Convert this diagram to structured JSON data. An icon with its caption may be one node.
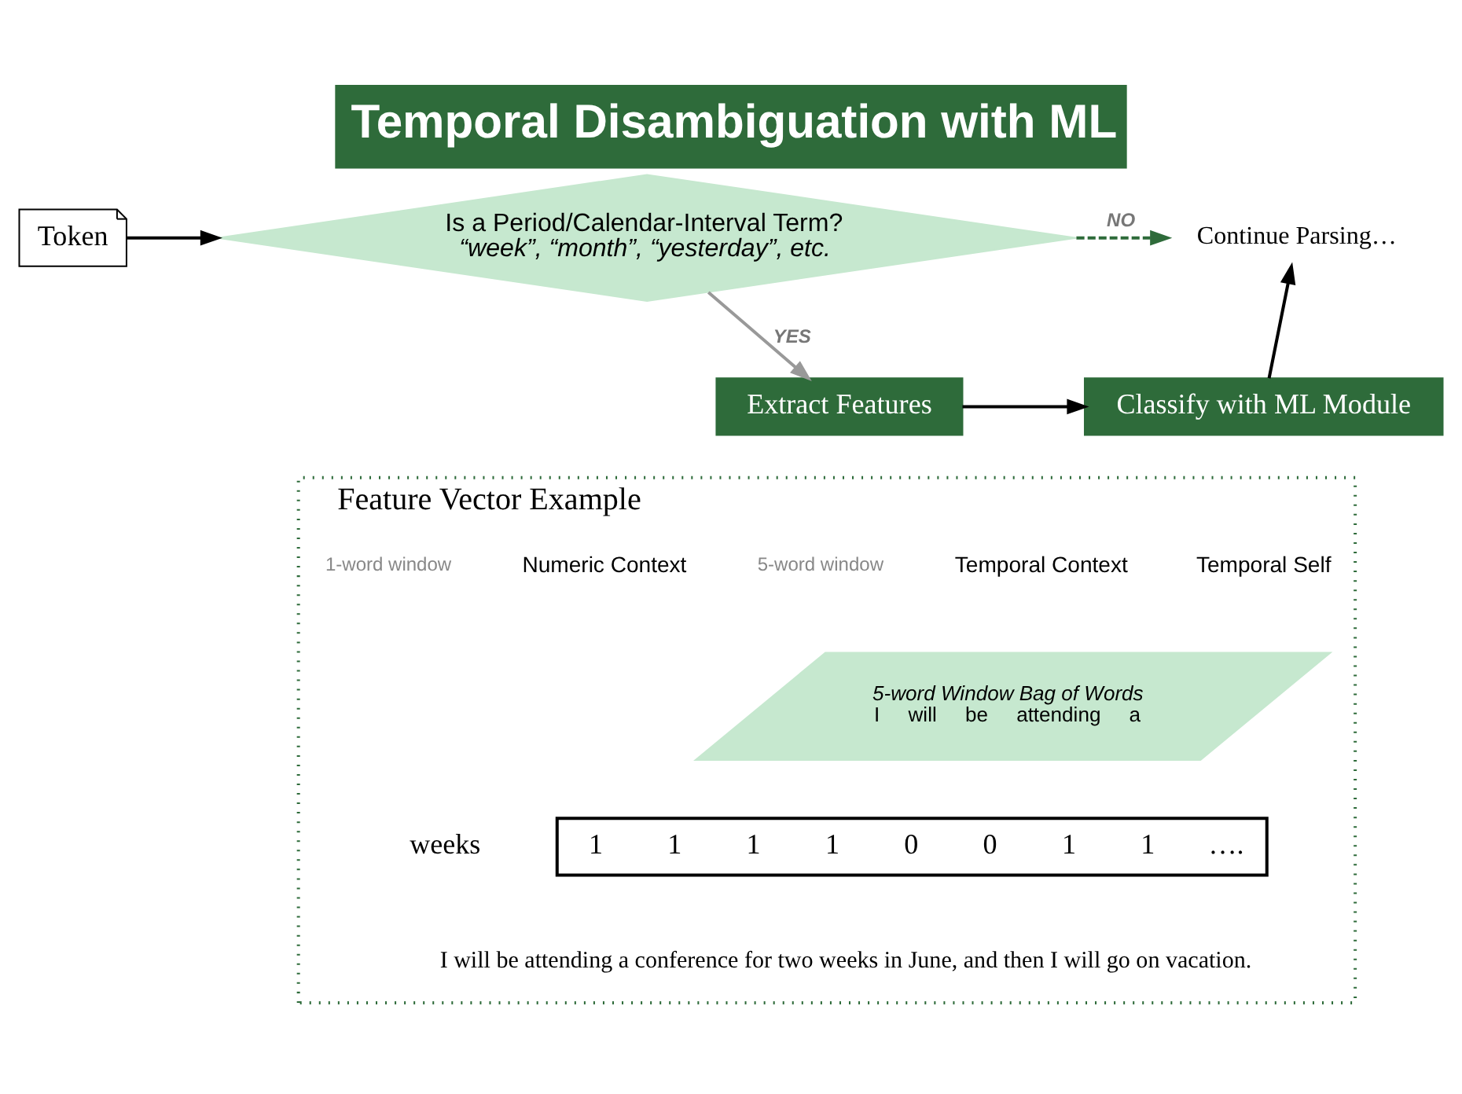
{
  "diagram": {
    "title": "Temporal Disambiguation with ML",
    "nodes": [
      {
        "text": [
          "Token"
        ]
      },
      {
        "text": [
          "Is a Period/Calendar-Interval Term?",
          "“week”, “month”, “yesterday”, etc."
        ]
      },
      {
        "text": [
          "Continue Parsing…"
        ]
      },
      {
        "text": [
          "Extract Features"
        ]
      },
      {
        "text": [
          "Classify with ML Module"
        ]
      },
      {
        "text": [
          "Feature Vector Example"
        ]
      },
      {
        "text": [
          "5-word Window Bag of Words",
          "I",
          "will",
          "be",
          "attending",
          "a"
        ],
        "in": 5
      },
      {
        "text": [
          "1",
          "1",
          "1",
          "1",
          "0",
          "0",
          "1",
          "1",
          "…."
        ],
        "in": 5
      }
    ],
    "edges": [
      {
        "from": 0,
        "to": 1,
        "arrow": "to"
      },
      {
        "from": 1,
        "to": 2,
        "arrow": "to",
        "label": "NO",
        "style": "dashed",
        "color": "#2e6b3a"
      },
      {
        "from": 1,
        "to": 3,
        "arrow": "to",
        "label": "YES",
        "color": "#999999"
      },
      {
        "from": 3,
        "to": 4,
        "arrow": "to"
      },
      {
        "from": 4,
        "to": 2,
        "arrow": "to"
      }
    ],
    "labels": [
      "Temporal Self",
      "Temporal Context",
      "5-word window",
      "Numeric Context",
      "1-word window",
      "weeks",
      "I will be attending a conference for two weeks in June, and then I will go on vacation."
    ]
  }
}
